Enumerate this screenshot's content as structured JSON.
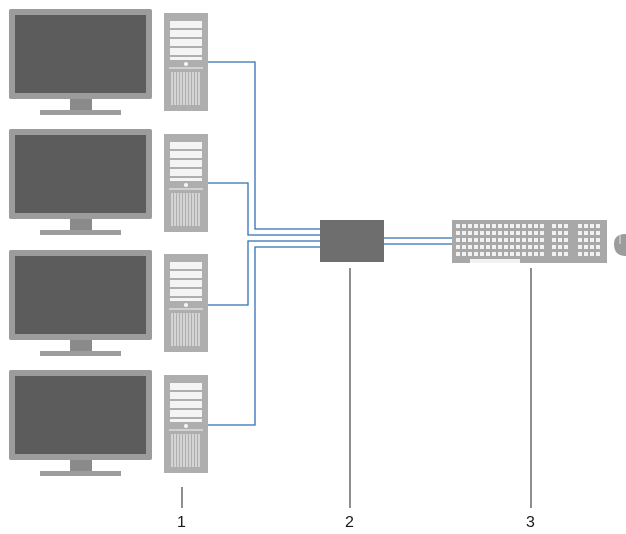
{
  "callouts": {
    "computers": "1",
    "kvm_switch": "2",
    "keyboard_mouse": "3"
  },
  "colors": {
    "monitor_frame": "#9c9c9c",
    "monitor_screen": "#5c5c5c",
    "tower_body": "#aeaeae",
    "tower_slot": "#f4f4f4",
    "switch_box": "#6e6e6e",
    "keyboard_body": "#a8a8a8",
    "key": "#f2f2f2",
    "cable": "#2f6fb5",
    "leader_line": "#444444"
  },
  "icons": [
    "monitor-icon",
    "tower-pc-icon",
    "kvm-switch-icon",
    "keyboard-icon",
    "mouse-icon"
  ]
}
